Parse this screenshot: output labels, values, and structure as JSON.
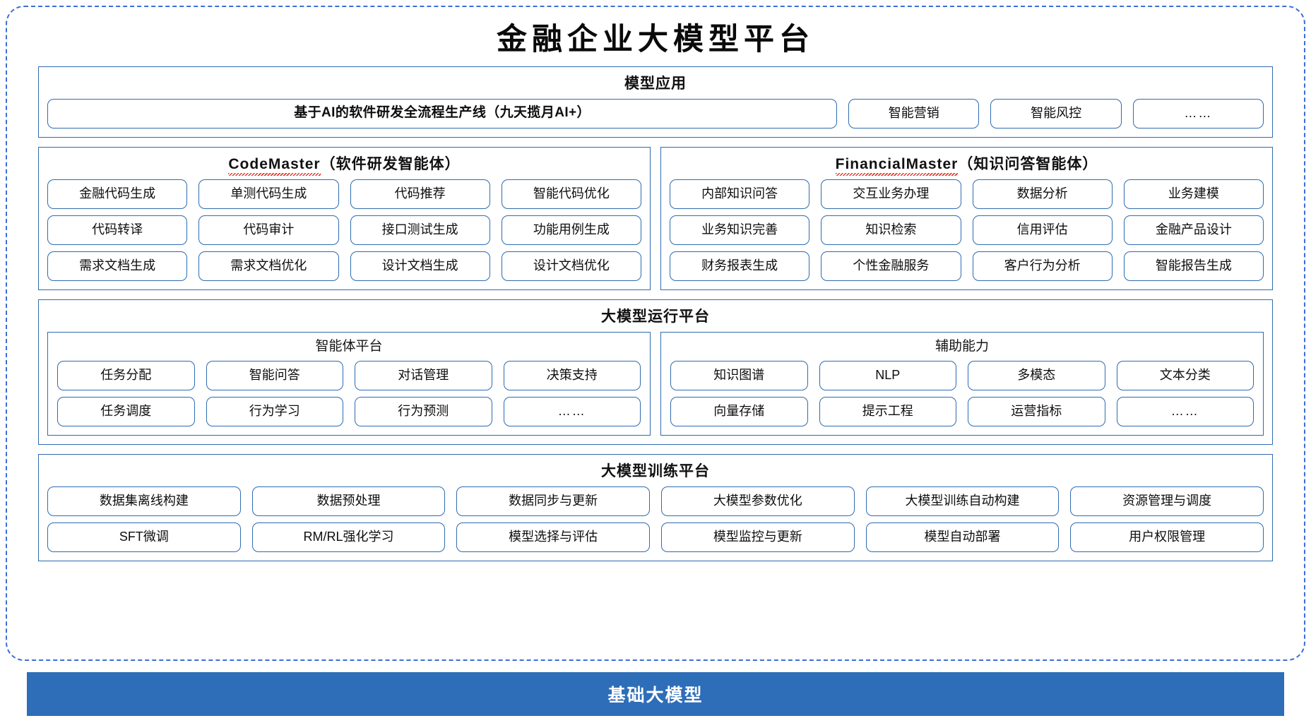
{
  "title": "金融企业大模型平台",
  "model_application": {
    "heading": "模型应用",
    "primary": "基于AI的软件研发全流程生产线（九天揽月AI+）",
    "items": [
      "智能营销",
      "智能风控",
      "……"
    ]
  },
  "agents": [
    {
      "name_en": "CodeMaster",
      "name_cn": "（软件研发智能体）",
      "rows": [
        [
          "金融代码生成",
          "单测代码生成",
          "代码推荐",
          "智能代码优化"
        ],
        [
          "代码转译",
          "代码审计",
          "接口测试生成",
          "功能用例生成"
        ],
        [
          "需求文档生成",
          "需求文档优化",
          "设计文档生成",
          "设计文档优化"
        ]
      ]
    },
    {
      "name_en": "FinancialMaster",
      "name_cn": "（知识问答智能体）",
      "rows": [
        [
          "内部知识问答",
          "交互业务办理",
          "数据分析",
          "业务建模"
        ],
        [
          "业务知识完善",
          "知识检索",
          "信用评估",
          "金融产品设计"
        ],
        [
          "财务报表生成",
          "个性金融服务",
          "客户行为分析",
          "智能报告生成"
        ]
      ]
    }
  ],
  "runtime_platform": {
    "heading": "大模型运行平台",
    "groups": [
      {
        "label": "智能体平台",
        "rows": [
          [
            "任务分配",
            "智能问答",
            "对话管理",
            "决策支持"
          ],
          [
            "任务调度",
            "行为学习",
            "行为预测",
            "……"
          ]
        ]
      },
      {
        "label": "辅助能力",
        "rows": [
          [
            "知识图谱",
            "NLP",
            "多模态",
            "文本分类"
          ],
          [
            "向量存储",
            "提示工程",
            "运营指标",
            "……"
          ]
        ]
      }
    ]
  },
  "training_platform": {
    "heading": "大模型训练平台",
    "rows": [
      [
        "数据集离线构建",
        "数据预处理",
        "数据同步与更新",
        "大模型参数优化",
        "大模型训练自动构建",
        "资源管理与调度"
      ],
      [
        "SFT微调",
        "RM/RL强化学习",
        "模型选择与评估",
        "模型监控与更新",
        "模型自动部署",
        "用户权限管理"
      ]
    ]
  },
  "base_model": {
    "label": "基础大模型"
  },
  "colors": {
    "border_blue": "#2e6bb0",
    "dashed_blue": "#3b6fd4",
    "base_bar_blue": "#2e6eb8",
    "squiggle_red": "#e03020"
  }
}
